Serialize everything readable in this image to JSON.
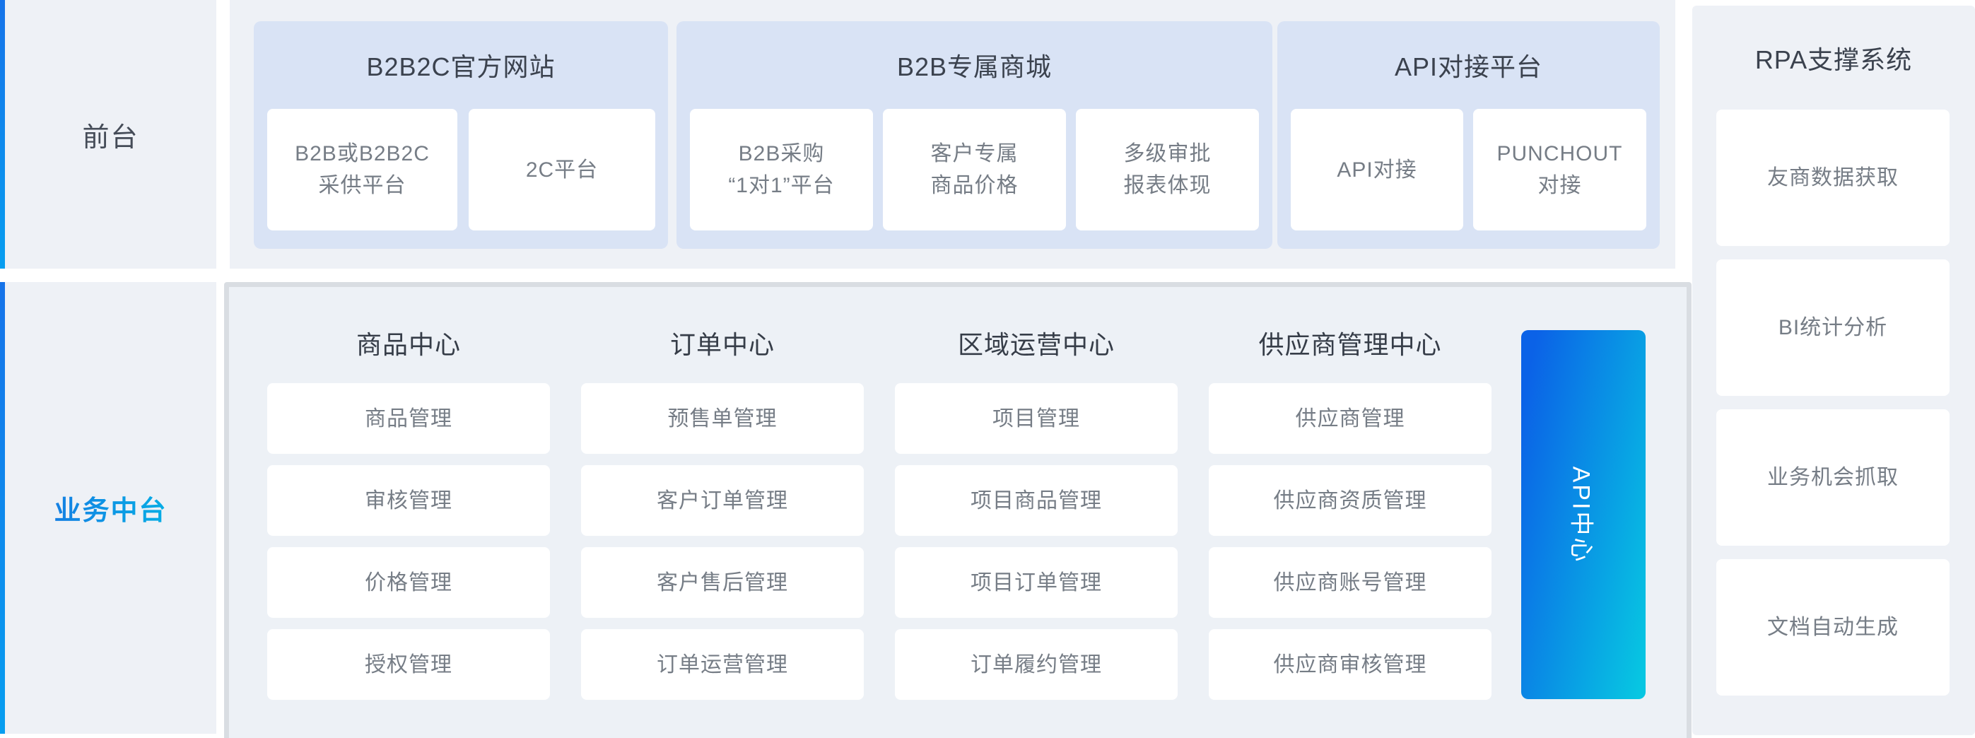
{
  "front": {
    "label": "前台",
    "groups": [
      {
        "title": "B2B2C官方网站",
        "items": [
          "B2B或B2B2C\n采供平台",
          "2C平台"
        ]
      },
      {
        "title": "B2B专属商城",
        "items": [
          "B2B采购\n“1对1”平台",
          "客户专属\n商品价格",
          "多级审批\n报表体现"
        ]
      },
      {
        "title": "API对接平台",
        "items": [
          "API对接",
          "PUNCHOUT\n对接"
        ]
      }
    ]
  },
  "middle": {
    "label": "业务中台",
    "api_center_label": "API中心",
    "columns": [
      {
        "title": "商品中心",
        "items": [
          "商品管理",
          "审核管理",
          "价格管理",
          "授权管理"
        ]
      },
      {
        "title": "订单中心",
        "items": [
          "预售单管理",
          "客户订单管理",
          "客户售后管理",
          "订单运营管理"
        ]
      },
      {
        "title": "区域运营中心",
        "items": [
          "项目管理",
          "项目商品管理",
          "项目订单管理",
          "订单履约管理"
        ]
      },
      {
        "title": "供应商管理中心",
        "items": [
          "供应商管理",
          "供应商资质管理",
          "供应商账号管理",
          "供应商审核管理"
        ]
      }
    ]
  },
  "rpa": {
    "title": "RPA支撑系统",
    "items": [
      "友商数据获取",
      "BI统计分析",
      "业务机会抓取",
      "文档自动生成"
    ]
  },
  "colors": {
    "accent_blue": "#1673e9",
    "accent_cyan": "#07c6e2",
    "group_fill": "#d9e3f5",
    "panel_fill": "#eef1f6",
    "container_border": "#d9dde2",
    "header_text": "#3b424e",
    "card_text": "#767d86"
  }
}
